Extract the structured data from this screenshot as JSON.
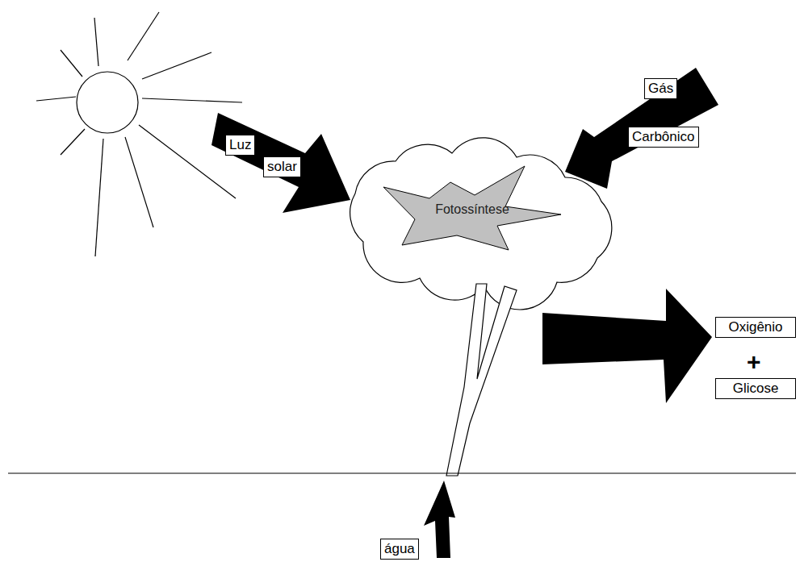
{
  "diagram": {
    "nodes": [
      {
        "text": [
          "Luz"
        ]
      },
      {
        "text": [
          "solar"
        ]
      },
      {
        "text": [
          "Gás"
        ]
      },
      {
        "text": [
          "Carbônico"
        ]
      },
      {
        "text": [
          "Fotossíntese"
        ]
      },
      {
        "text": [
          "Oxigênio"
        ]
      },
      {
        "text": [
          "Glicose"
        ]
      },
      {
        "text": [
          "água"
        ]
      }
    ],
    "labels": [
      "+"
    ]
  }
}
